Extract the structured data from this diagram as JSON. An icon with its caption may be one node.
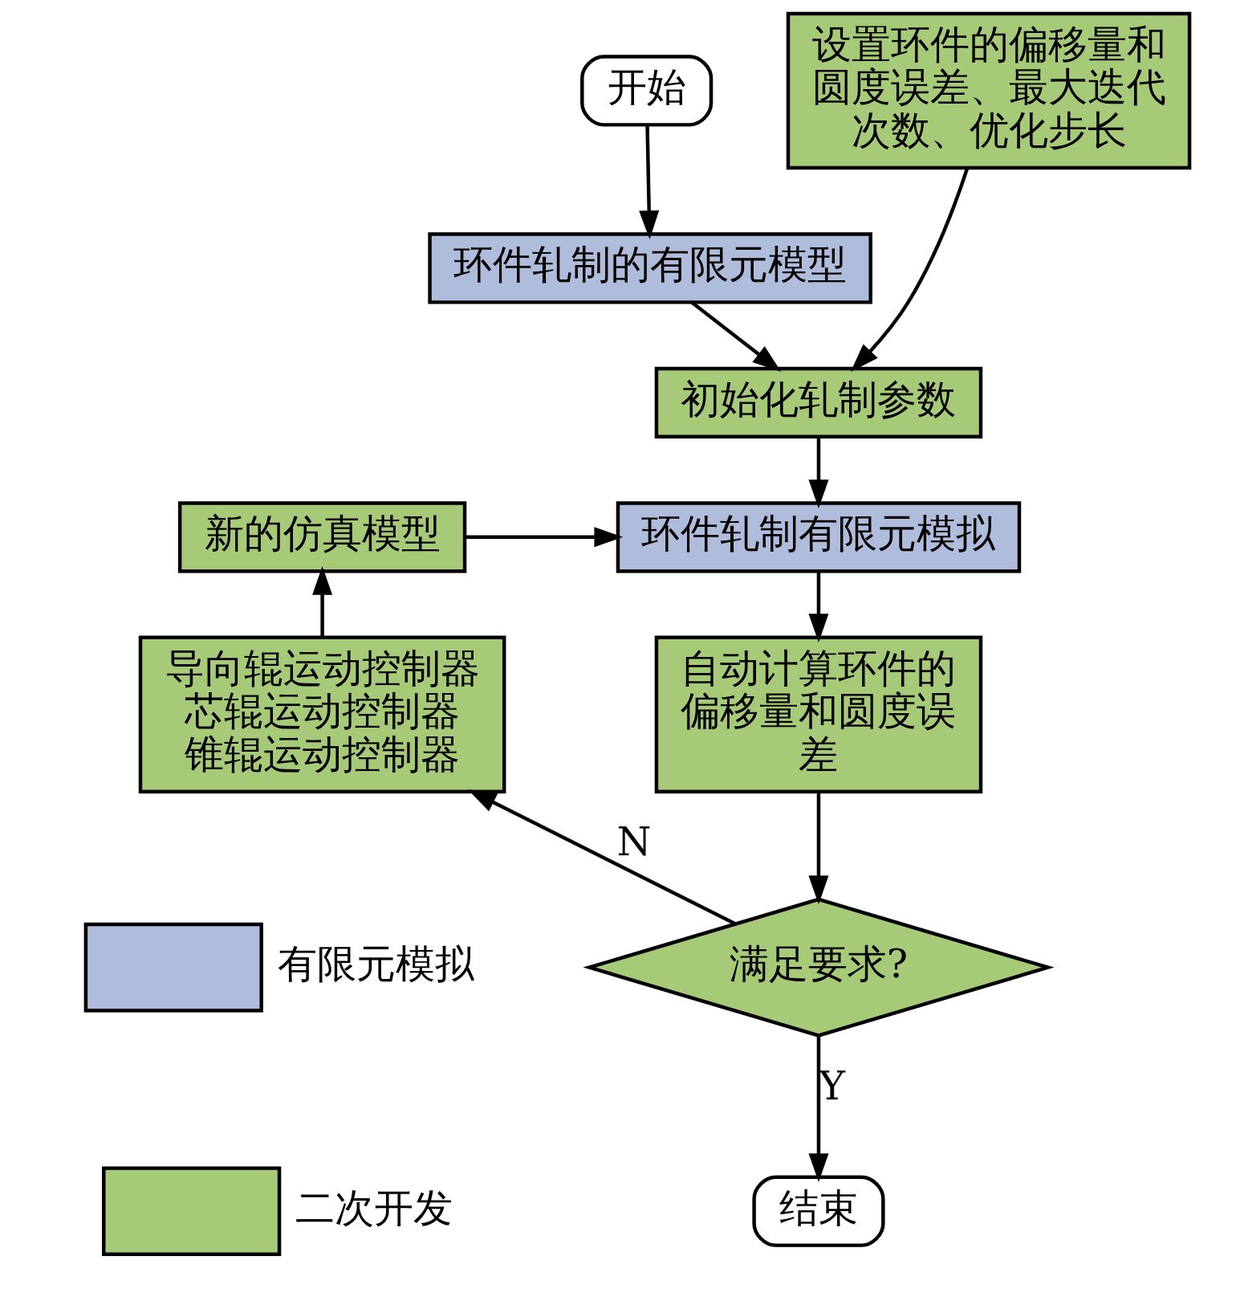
{
  "diagram": {
    "nodes": [
      {
        "text": [
          "开始"
        ]
      },
      {
        "text": [
          "环件轧制的有限元模型"
        ]
      },
      {
        "text": [
          "设置环件的偏移量和圆度误差、最大迭代次数、优化步长"
        ]
      },
      {
        "text": [
          "初始化轧制参数"
        ]
      },
      {
        "text": [
          "新的仿真模型"
        ]
      },
      {
        "text": [
          "环件轧制有限元模拟"
        ]
      },
      {
        "text": [
          "自动计算环件的偏移量和圆度误差"
        ]
      },
      {
        "text": [
          "满足要求?"
        ]
      },
      {
        "text": [
          "导向辊运动控制器",
          "芯辊运动控制器",
          "锥辊运动控制器"
        ]
      },
      {
        "text": [
          "结束"
        ]
      }
    ],
    "edges": [
      {
        "from": 0,
        "to": 1,
        "arrow": "to"
      },
      {
        "from": 1,
        "to": 3,
        "arrow": "to"
      },
      {
        "from": 2,
        "to": 3,
        "arrow": "to"
      },
      {
        "from": 3,
        "to": 5,
        "arrow": "to"
      },
      {
        "from": 4,
        "to": 5,
        "arrow": "to"
      },
      {
        "from": 5,
        "to": 6,
        "arrow": "to"
      },
      {
        "from": 6,
        "to": 7,
        "arrow": "to"
      },
      {
        "from": 7,
        "to": 8,
        "arrow": "to",
        "label": "N"
      },
      {
        "from": 8,
        "to": 4,
        "arrow": "to"
      },
      {
        "from": 7,
        "to": 9,
        "arrow": "to",
        "label": "Y"
      }
    ],
    "legend": [
      {
        "text": "有限元模拟",
        "color": "#b0bcdc"
      },
      {
        "text": "二次开发",
        "color": "#a6ca78"
      }
    ]
  }
}
